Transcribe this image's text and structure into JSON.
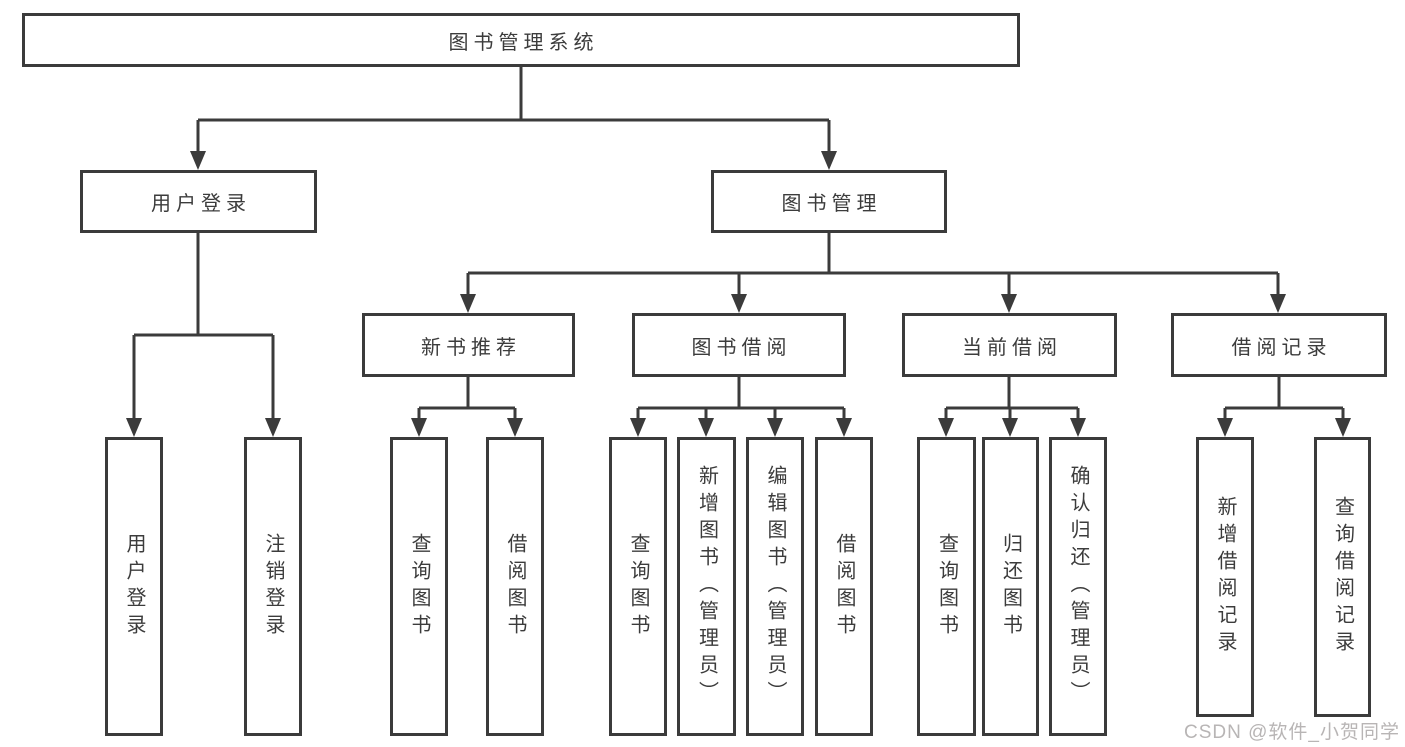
{
  "page": {
    "background_color": "#ffffff",
    "line_color": "#3b3b3b",
    "text_color": "#3c3c3c",
    "watermark_color": "#b8b5b5"
  },
  "tree": {
    "root": {
      "label": "图书管理系统"
    },
    "branches": [
      {
        "label": "用户登录",
        "children": [
          "用户登录",
          "注销登录"
        ]
      },
      {
        "label": "图书管理",
        "sections": [
          {
            "label": "新书推荐",
            "children": [
              "查询图书",
              "借阅图书"
            ]
          },
          {
            "label": "图书借阅",
            "children": [
              "查询图书",
              "新增图书（管理员）",
              "编辑图书（管理员）",
              "借阅图书"
            ]
          },
          {
            "label": "当前借阅",
            "children": [
              "查询图书",
              "归还图书",
              "确认归还（管理员）"
            ]
          },
          {
            "label": "借阅记录",
            "children": [
              "新增借阅记录",
              "查询借阅记录"
            ]
          }
        ]
      }
    ]
  },
  "watermark": {
    "text": "CSDN @软件_小贺同学"
  }
}
